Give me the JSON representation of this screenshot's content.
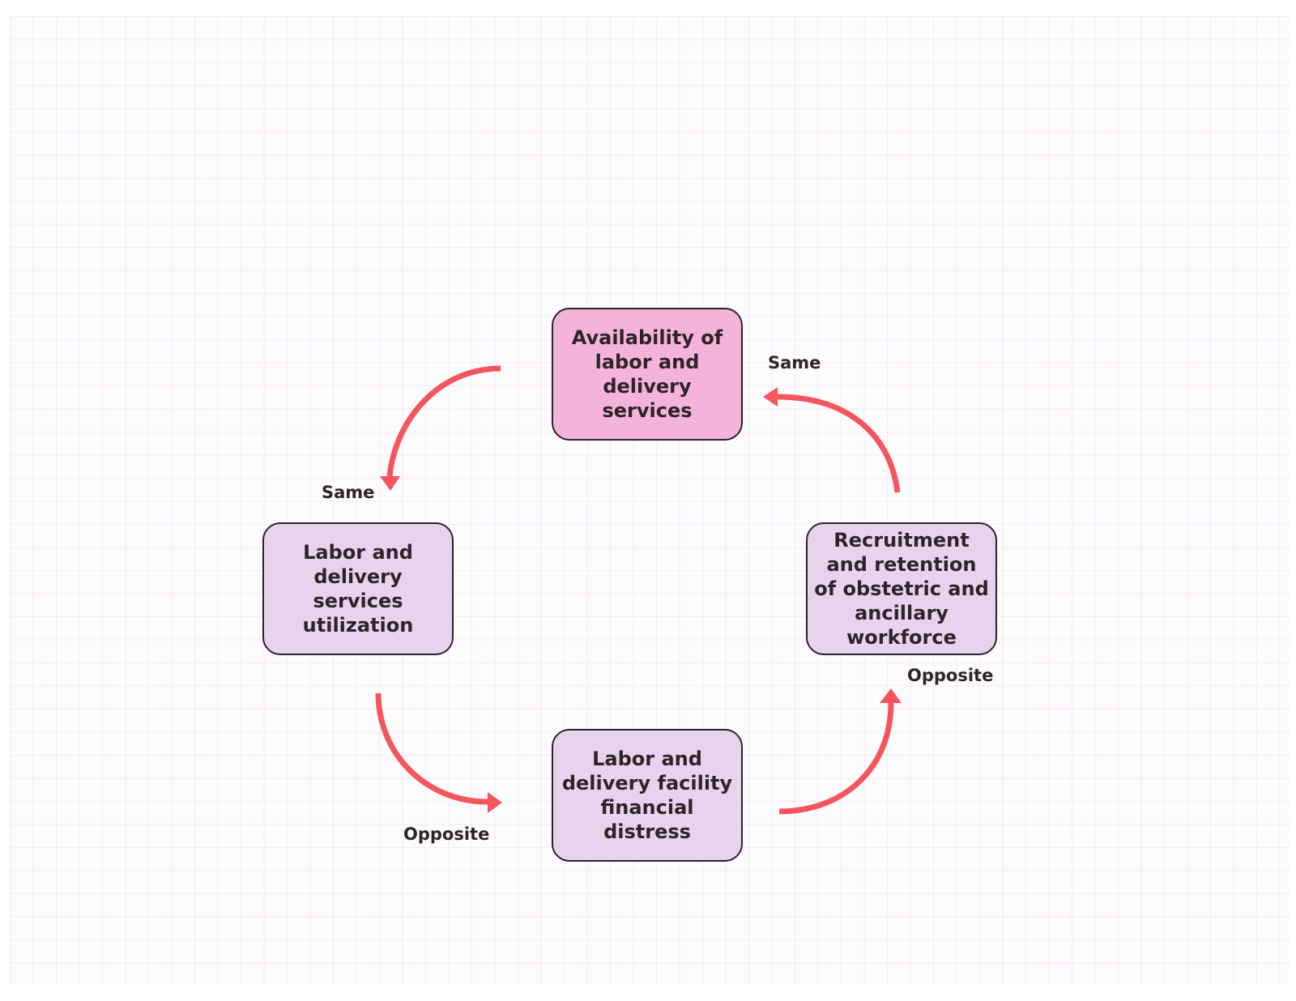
{
  "colors": {
    "top_node_fill": "#f5b3dc",
    "node_fill": "#e8d3ef",
    "node_border": "#2b2326",
    "arrow": "#f5555d",
    "grid": "#ead6ee"
  },
  "nodes": {
    "availability": "Availability of labor and delivery services",
    "utilization": "Labor and delivery services utilization",
    "financial_distress": "Labor and delivery facility financial distress",
    "recruitment": "Recruitment and retention of obstetric and ancillary workforce"
  },
  "edges": [
    {
      "from": "Availability of labor and delivery services",
      "to": "Labor and delivery services utilization",
      "label": "Same"
    },
    {
      "from": "Labor and delivery services utilization",
      "to": "Labor and delivery facility financial distress",
      "label": "Opposite"
    },
    {
      "from": "Labor and delivery facility financial distress",
      "to": "Recruitment and retention of obstetric and ancillary workforce",
      "label": "Opposite"
    },
    {
      "from": "Recruitment and retention of obstetric and ancillary workforce",
      "to": "Availability of labor and delivery services",
      "label": "Same"
    }
  ]
}
